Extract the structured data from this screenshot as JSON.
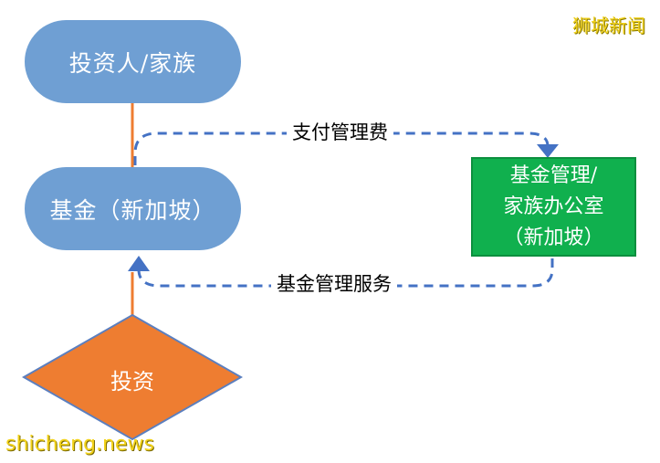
{
  "nodes": {
    "investor": "投资人/家族",
    "fund": "基金（新加坡）",
    "manager_lines": [
      "基金管理/",
      "家族办公室",
      "（新加坡）"
    ],
    "investment": "投资"
  },
  "edges": {
    "pay_fee": "支付管理费",
    "management_service": "基金管理服务"
  },
  "watermarks": {
    "top_right": "狮城新闻",
    "bottom_left": "shicheng.news"
  },
  "colors": {
    "pill": "#6f9fd3",
    "manager_box": "#10b04e",
    "diamond": "#ee7d31",
    "solid_connector": "#ee7d31",
    "dashed_arrow": "#4472c4",
    "watermark": "#f2d21a"
  },
  "icons": {
    "arrow_head": "triangle-arrow"
  }
}
